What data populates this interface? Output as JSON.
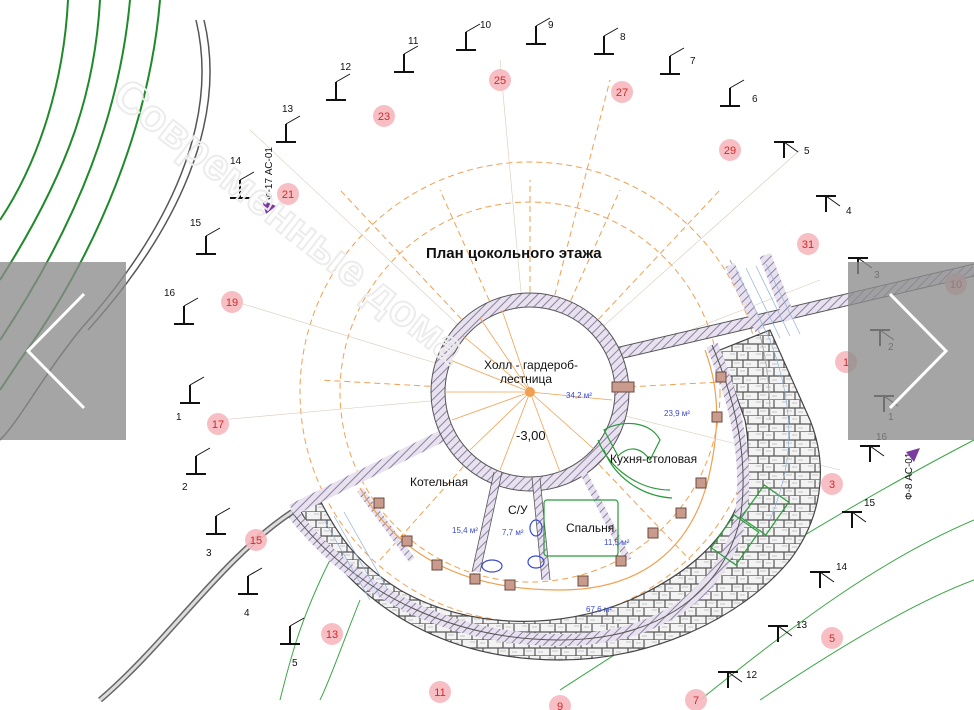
{
  "viewer": {
    "prev_icon": "chevron-left-icon",
    "next_icon": "chevron-right-icon"
  },
  "plan": {
    "title": "План цокольного этажа",
    "level": "-3,00",
    "watermark": "Современные дома",
    "grid_marks_outer": [
      "1",
      "2",
      "3",
      "4",
      "5",
      "6",
      "7",
      "8",
      "9",
      "10",
      "11",
      "12",
      "13",
      "14",
      "15",
      "16"
    ],
    "grid_marks_inner": [
      "1",
      "2",
      "3",
      "4",
      "5",
      "6",
      "7",
      "8",
      "9",
      "10",
      "11",
      "12",
      "13",
      "14",
      "15",
      "16"
    ],
    "section_left": "Ф-17 АС-01",
    "section_right": "Ф-8 АС-01",
    "rooms": [
      {
        "name": "Холл - гардероб-",
        "name2": "лестница",
        "area": "34,2 м²"
      },
      {
        "name": "Котельная",
        "area": "15,4 м²"
      },
      {
        "name": "С/У",
        "area": "7,7 м²"
      },
      {
        "name": "Спальня",
        "area": "11,5 м²"
      },
      {
        "name": "Кухня-столовая",
        "area": "23,9 м²"
      },
      {
        "name": "",
        "area": "67,6 м²"
      }
    ],
    "markers": [
      "1",
      "3",
      "5",
      "7",
      "9",
      "10",
      "11",
      "13",
      "15",
      "17",
      "19",
      "21",
      "23",
      "25",
      "27",
      "29",
      "31"
    ]
  },
  "colors": {
    "wall_hatch": "#9b8fb0",
    "stone": "#7a7a7a",
    "orange_dash": "#f0a050",
    "marker_fill": "#f6b8bc",
    "marker_text": "#d02a2a",
    "terrain": "#1f8a2a",
    "nav_bg": "#8c8c8c",
    "accent_purple": "#7a3aa0",
    "area_text": "#3a4bcf"
  }
}
